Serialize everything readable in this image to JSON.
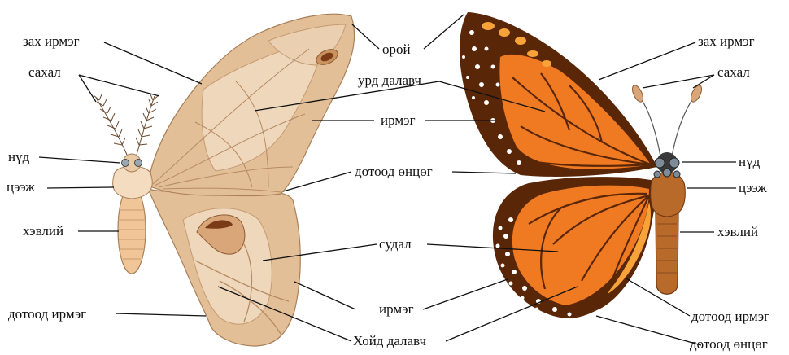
{
  "colors": {
    "moth_wing": "#e3bf98",
    "moth_wing_light": "#efd7bb",
    "moth_wing_dark": "#b38a63",
    "moth_body": "#f0c598",
    "butterfly_orange": "#f07a22",
    "butterfly_orange_light": "#f8a33a",
    "butterfly_black": "#5a2608",
    "butterfly_body": "#b86a2a"
  },
  "labels": {
    "zakh_irmeg_left": "зах ирмэг",
    "sakhal_left": "сахал",
    "nud_left": "нүд",
    "tseezh_left": "цээж",
    "khevlii_left": "хэвлий",
    "dotood_irmeg_left": "дотоод ирмэг",
    "oroi": "орой",
    "urd_dalavch": "урд далавч",
    "irmeg_upper": "ирмэг",
    "dotood_ontsog_mid": "дотоод өнцөг",
    "sudal": "судал",
    "irmeg_lower": "ирмэг",
    "khoid_dalavch": "Хойд далавч",
    "zakh_irmeg_right": "зах ирмэг",
    "sakhal_right": "сахал",
    "nud_right": "нүд",
    "tseezh_right": "цээж",
    "khevlii_right": "хэвлий",
    "dotood_irmeg_right": "дотоод ирмэг",
    "dotood_ontsog_right": "дотоод өнцөг"
  }
}
